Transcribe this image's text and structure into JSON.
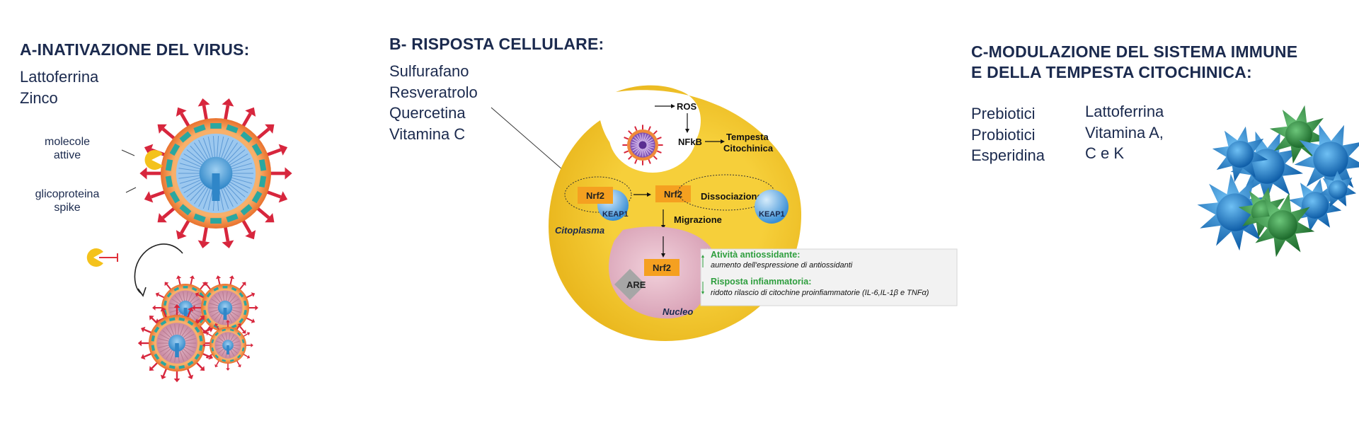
{
  "section_a": {
    "title": "A-INATIVAZIONE DEL VIRUS:",
    "items": [
      "Lattoferrina",
      "Zinco"
    ],
    "label_active": [
      "molecole",
      "attive"
    ],
    "label_spike": [
      "glicoproteina",
      "spike"
    ]
  },
  "section_b": {
    "title": "B- RISPOSTA CELLULARE:",
    "items": [
      "Sulfurafano",
      "Resveratrolo",
      "Quercetina",
      "Vitamina C"
    ],
    "diagram": {
      "ros": "ROS",
      "nfkb": "NFkB",
      "storm": [
        "Tempesta",
        "Citochinica"
      ],
      "nrf2": "Nrf2",
      "keap1": "KEAP1",
      "dissociation": "Dissociazione",
      "migration": "Migrazione",
      "cytoplasm": "Citoplasma",
      "nucleus": "Nucleo",
      "are": "ARE",
      "antioxidant_title": "Atività antiossidante:",
      "antioxidant_text": "aumento dell'espressione di antiossidanti",
      "inflammatory_title": "Risposta infiammatoria:",
      "inflammatory_text": "ridotto rilascio di citochine proinfiammatorie (IL-6,IL-1β e TNFα)"
    }
  },
  "section_c": {
    "title": [
      "C-MODULAZIONE DEL SISTEMA IMMUNE",
      "E DELLA TEMPESTA CITOCHINICA:"
    ],
    "items_left": [
      "Prebiotici",
      "Probiotici",
      "Esperidina"
    ],
    "items_right": [
      "Lattoferrina",
      "Vitamina A,",
      "C e K"
    ]
  },
  "colors": {
    "navy": "#1b2a4e",
    "cell_yellow": "#f2c62a",
    "nucleus_pink": "#e3b2c2",
    "nrf2_orange": "#f5a020",
    "keap_blue": "#3a8fd6",
    "virus_orange": "#ef8a3a",
    "spike_red": "#d7263d",
    "virus_blue": "#2f86c8",
    "green_text": "#2e9e3e",
    "immune_blue": "#1f78c8",
    "immune_green": "#2a8c3c"
  }
}
